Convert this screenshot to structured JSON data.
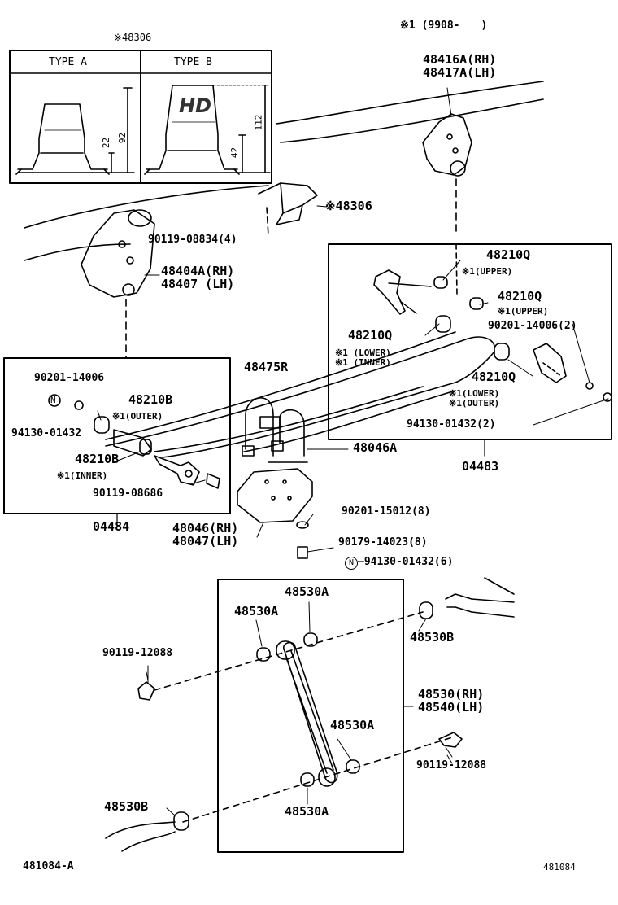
{
  "header": {
    "date_note": "※1 (9908-　　)",
    "bracket_ref": "※48306"
  },
  "inset": {
    "type_a": "TYPE A",
    "type_b": "TYPE B",
    "type_a_dims": [
      "22",
      "92"
    ],
    "type_b_dims": [
      "42",
      "112"
    ],
    "type_b_mark": "HD"
  },
  "labels": {
    "p48416a": "48416A(RH)",
    "p48417a": "48417A(LH)",
    "p48306": "※48306",
    "p90119_08834": "90119-08834(4)",
    "p48404a": "48404A(RH)",
    "p48407": "48407 (LH)",
    "q1": "48210Q",
    "q1_note": "※1(UPPER)",
    "q2": "48210Q",
    "q2_note": "※1(UPPER)",
    "p90201_14006_2": "90201-14006(2)",
    "q3": "48210Q",
    "q3_note1": "※1 (LOWER)",
    "q3_note2": "※1 (INNER)",
    "q4": "48210Q",
    "q4_note1": "※1(LOWER)",
    "q4_note2": "※1(OUTER)",
    "p94130_01432_2": "94130-01432(2)",
    "p04483": "04483",
    "p90201_14006": "90201-14006",
    "n_mark": "N",
    "p48210b_outer": "48210B",
    "p48210b_outer_note": "※1(OUTER)",
    "p94130_01432": "94130-01432",
    "p48210b_inner": "48210B",
    "p48210b_inner_note": "※1(INNER)",
    "p90119_08686": "90119-08686",
    "p04484": "04484",
    "p48475r": "48475R",
    "p48046a": "48046A",
    "p48046": "48046(RH)",
    "p48047": "48047(LH)",
    "p90201_15012": "90201-15012(8)",
    "p90179_14023": "90179-14023(8)",
    "p94130_01432_6": "94130-01432(6)",
    "a1": "48530A",
    "a2": "48530A",
    "p48530b_top": "48530B",
    "p90119_12088_left": "90119-12088",
    "p48530": "48530(RH)",
    "p48540": "48540(LH)",
    "a3": "48530A",
    "p90119_12088_right": "90119-12088",
    "p48530b_bottom": "48530B",
    "a4": "48530A"
  },
  "footer": {
    "ref_left": "481084-A",
    "ref_right": "481084"
  }
}
